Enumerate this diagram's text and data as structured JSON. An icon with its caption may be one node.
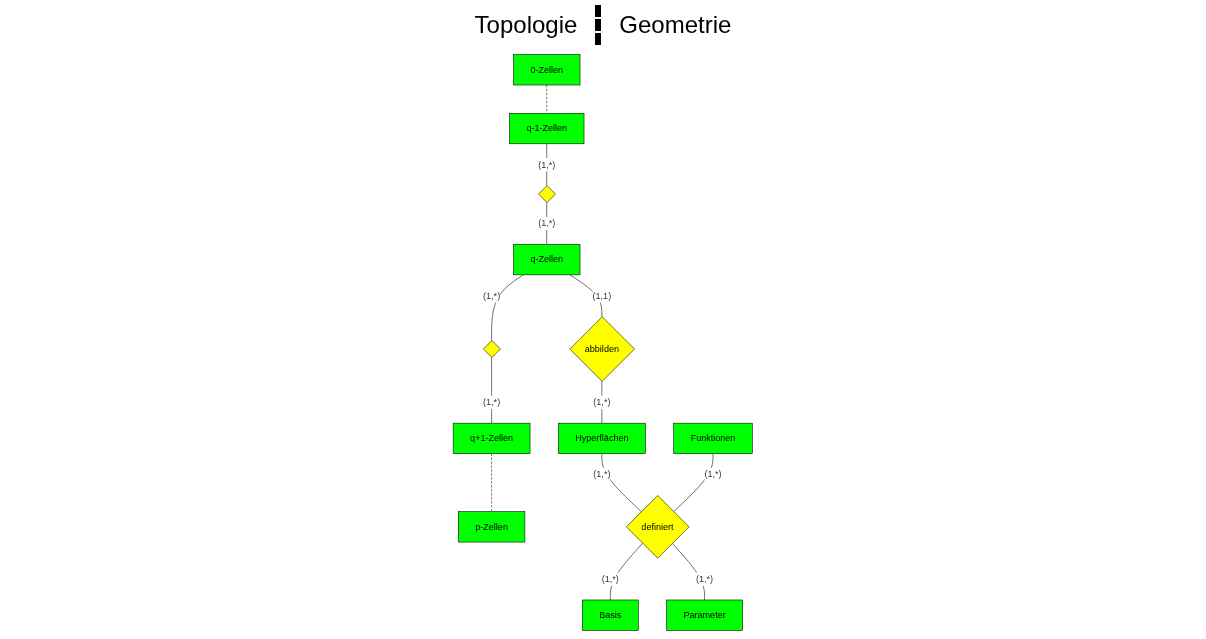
{
  "diagram": {
    "nodes": [
      {
        "text": [
          "0-Zellen"
        ]
      },
      {
        "text": [
          "q-1-Zellen"
        ]
      },
      {
        "text": [],
        "shape": "diamond"
      },
      {
        "text": [
          "q-Zellen"
        ]
      },
      {
        "text": [
          "abbilden"
        ]
      },
      {
        "text": [],
        "shape": "diamond"
      },
      {
        "text": [
          "q+1-Zellen"
        ]
      },
      {
        "text": [
          "p-Zellen"
        ]
      },
      {
        "text": [
          "Hyperflächen"
        ]
      },
      {
        "text": [
          "Funktionen"
        ]
      },
      {
        "text": [
          "definiert"
        ]
      },
      {
        "text": [
          "Basis"
        ]
      },
      {
        "text": [
          "Parameter"
        ]
      }
    ],
    "edges": [
      {
        "from": 0,
        "to": 1,
        "arrow": "none",
        "style": "dashed"
      },
      {
        "from": 1,
        "to": 2,
        "arrow": "none",
        "label": "(1,*)"
      },
      {
        "from": 2,
        "to": 3,
        "arrow": "none",
        "label": "(1,*)"
      },
      {
        "from": 3,
        "to": 4,
        "arrow": "none",
        "label": "(1,1)"
      },
      {
        "from": 4,
        "to": 8,
        "arrow": "none",
        "label": "(1,*)"
      },
      {
        "from": 3,
        "to": 5,
        "arrow": "none",
        "label": "(1,*)"
      },
      {
        "from": 5,
        "to": 6,
        "arrow": "none",
        "label": "(1,*)"
      },
      {
        "from": 6,
        "to": 7,
        "arrow": "none",
        "style": "dashed"
      },
      {
        "from": 8,
        "to": 10,
        "arrow": "none",
        "label": "(1,*)"
      },
      {
        "from": 9,
        "to": 10,
        "arrow": "none",
        "label": "(1,*)"
      },
      {
        "from": 10,
        "to": 11,
        "arrow": "none",
        "label": "(1,*)"
      },
      {
        "from": 10,
        "to": 12,
        "arrow": "none",
        "label": "(1,*)"
      }
    ],
    "labels": [
      "Topologie",
      "Geometrie"
    ]
  }
}
